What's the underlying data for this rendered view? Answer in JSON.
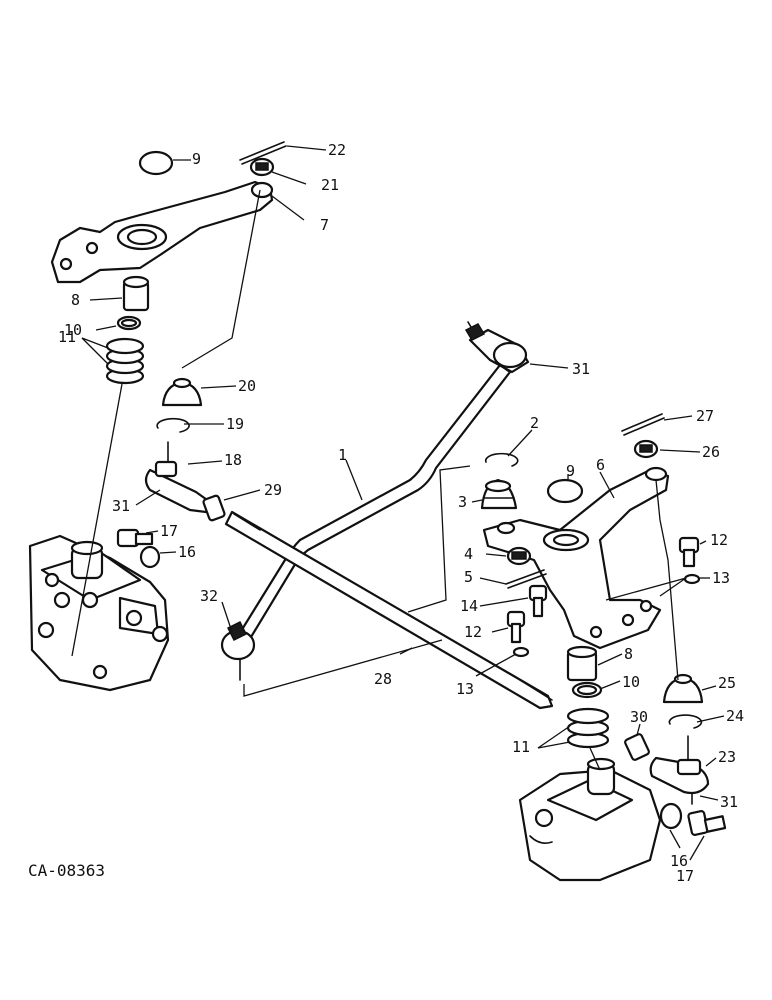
{
  "drawing": {
    "id_label": "CA-08363",
    "colors": {
      "ink": "#111111",
      "paper": "#ffffff"
    }
  },
  "callouts": {
    "c22": "22",
    "c9a": "9",
    "c21": "21",
    "c7": "7",
    "c8a": "8",
    "c10a": "10",
    "c11a": "11",
    "c20": "20",
    "c19": "19",
    "c18": "18",
    "c31a": "31",
    "c29": "29",
    "c17a": "17",
    "c16a": "16",
    "c32": "32",
    "c1": "1",
    "c31b": "31",
    "c2": "2",
    "c9b": "9",
    "c6": "6",
    "c27": "27",
    "c26": "26",
    "c3": "3",
    "c4": "4",
    "c5": "5",
    "c14": "14",
    "c12a": "12",
    "c13a": "13",
    "c12b": "12",
    "c13b": "13",
    "c28": "28",
    "c8b": "8",
    "c10b": "10",
    "c25": "25",
    "c24": "24",
    "c30": "30",
    "c11b": "11",
    "c23": "23",
    "c31c": "31",
    "c16b": "16",
    "c17b": "17"
  }
}
